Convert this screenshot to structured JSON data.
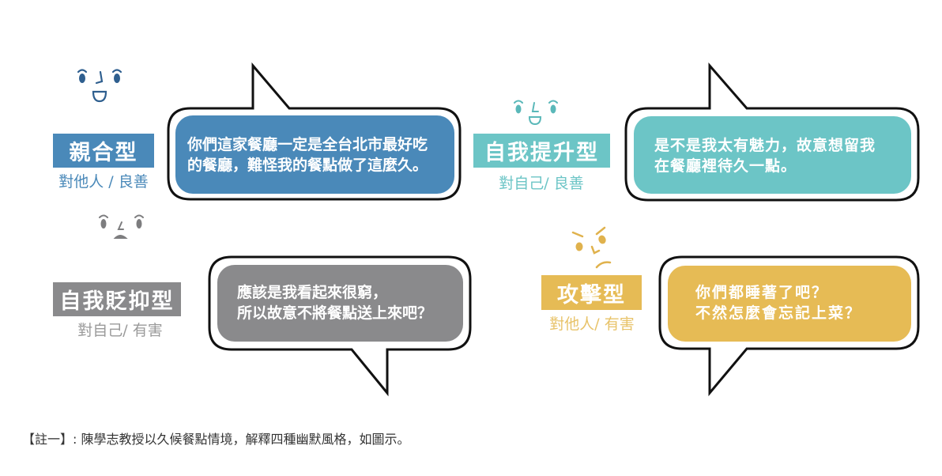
{
  "colors": {
    "affiliative": "#4a89b9",
    "self_enhancing": "#6cc5c6",
    "self_defeating": "#8a8a8c",
    "aggressive": "#e6bb55",
    "bubble_outline": "#111111",
    "footnote_text": "#333333"
  },
  "styles": [
    {
      "id": "affiliative",
      "label": "親合型",
      "subtitle": "對他人 / 良善",
      "face_icon": "smiling-face-icon",
      "quote": {
        "line1": "你們這家餐廳一定是全台北市最好吃",
        "line2": "的餐廳，難怪我的餐點做了這麼久。"
      }
    },
    {
      "id": "self_enhancing",
      "label": "自我提升型",
      "subtitle": "對自己/ 良善",
      "face_icon": "smiling-face-icon",
      "quote": {
        "line1": "是不是我太有魅力，故意想留我",
        "line2": "在餐廳裡待久一點。"
      }
    },
    {
      "id": "self_defeating",
      "label": "自我貶抑型",
      "subtitle": "對自己/ 有害",
      "face_icon": "sad-face-icon",
      "quote": {
        "line1": "應該是我看起來很窮，",
        "line2": "所以故意不將餐點送上來吧？"
      }
    },
    {
      "id": "aggressive",
      "label": "攻擊型",
      "subtitle": "對他人/ 有害",
      "face_icon": "angry-face-icon",
      "quote": {
        "line1": "你們都睡著了吧？",
        "line2": "不然怎麼會忘記上菜？"
      }
    }
  ],
  "footnote": "【註一】: 陳學志教授以久候餐點情境，解釋四種幽默風格，如圖示。"
}
